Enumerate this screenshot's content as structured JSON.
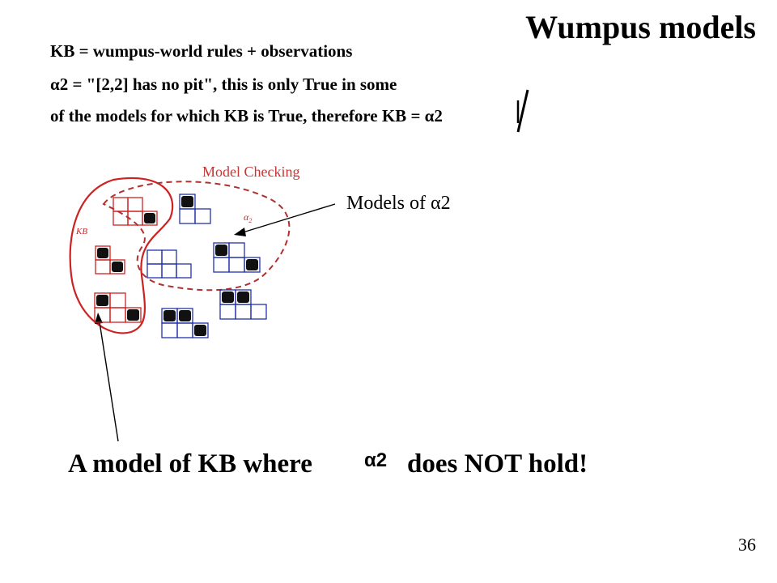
{
  "slide": {
    "title": "Wumpus models",
    "line1": "KB = wumpus-world rules + observations",
    "line2": "α2 = \"[2,2] has no pit\", this is only True in some",
    "line3": "of the models for which KB is True, therefore  KB  = α2",
    "model_checking_label": "Model Checking",
    "models_label": "Models of α2",
    "kb_label": "KB",
    "alpha_region_label": "α",
    "alpha_region_sub": "2",
    "caption_start": "A model of KB where",
    "caption_alpha": "α2",
    "caption_end": "does NOT hold!",
    "page_number": "36"
  },
  "colors": {
    "kb_red": "#cc2222",
    "alpha_dashed": "#b03030",
    "grid_blue": "#2233aa",
    "label_red": "#cc3333"
  }
}
